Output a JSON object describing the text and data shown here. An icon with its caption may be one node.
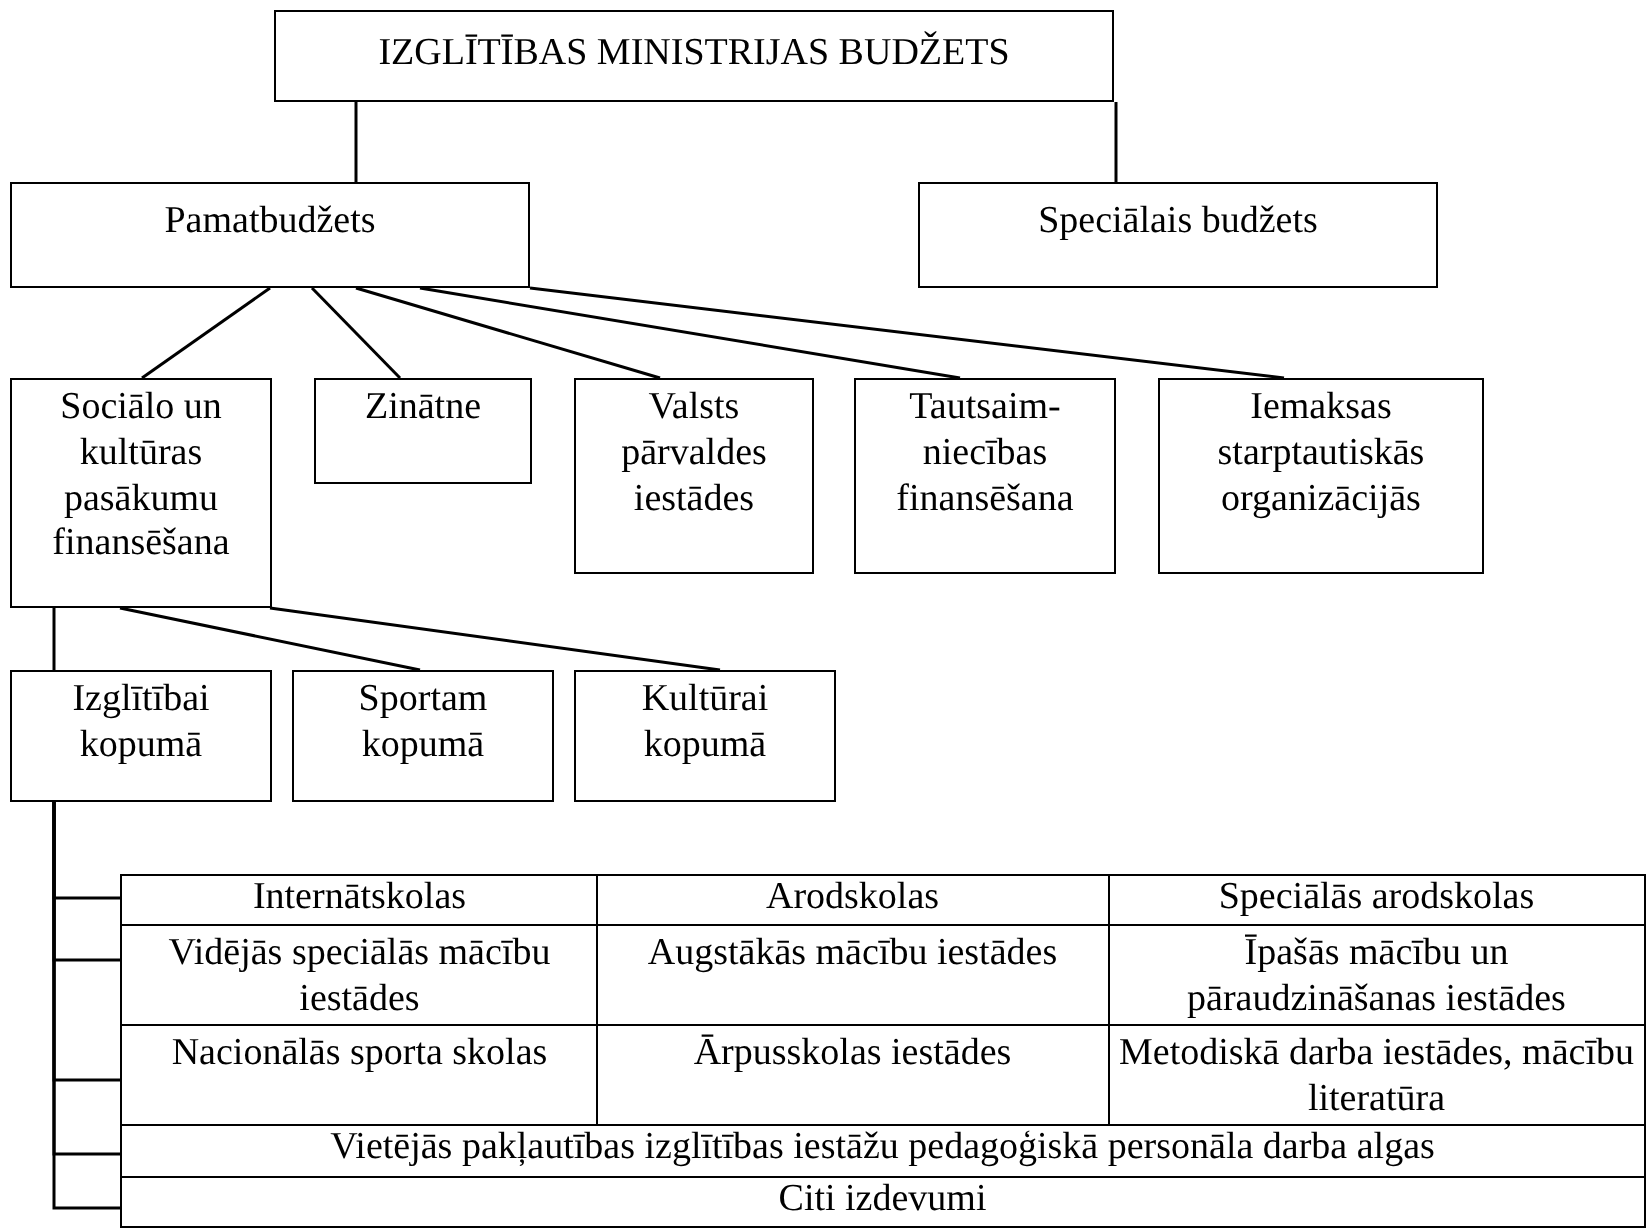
{
  "diagram": {
    "nodes": [
      {
        "text": [
          "IZGLĪTĪBAS MINISTRIJAS BUDŽETS"
        ]
      },
      {
        "text": [
          "Pamatbudžets"
        ]
      },
      {
        "text": [
          "Speciālais budžets"
        ]
      },
      {
        "text": [
          "Sociālo un kultūras pasākumu finansēšana"
        ]
      },
      {
        "text": [
          "Zinātne"
        ]
      },
      {
        "text": [
          "Valsts pārvaldes iestādes"
        ]
      },
      {
        "text": [
          "Tautsaim- niecības finansēšana"
        ]
      },
      {
        "text": [
          "Iemaksas starptautiskās organizācijās"
        ]
      },
      {
        "text": [
          "Izglītībai kopumā"
        ]
      },
      {
        "text": [
          "Sportam kopumā"
        ]
      },
      {
        "text": [
          "Kultūrai kopumā"
        ]
      },
      {
        "text": [
          "Internātskolas"
        ]
      },
      {
        "text": [
          "Arodskolas"
        ]
      },
      {
        "text": [
          "Speciālās arodskolas"
        ]
      },
      {
        "text": [
          "Vidējās speciālās mācību iestādes"
        ]
      },
      {
        "text": [
          "Augstākās mācību iestādes"
        ]
      },
      {
        "text": [
          "Īpašās mācību un pāraudzināšanas iestādes"
        ]
      },
      {
        "text": [
          "Nacionālās sporta skolas"
        ]
      },
      {
        "text": [
          "Ārpusskolas iestādes"
        ]
      },
      {
        "text": [
          "Metodiskā darba iestādes, mācību literatūra"
        ]
      },
      {
        "text": [
          "Vietējās pakļautības izglītības iestāžu pedagoģiskā personāla darba algas"
        ]
      },
      {
        "text": [
          "Citi izdevumi"
        ]
      }
    ],
    "edges": [
      {
        "from": 0,
        "to": 1,
        "arrow": "none"
      },
      {
        "from": 0,
        "to": 2,
        "arrow": "none"
      },
      {
        "from": 1,
        "to": 3,
        "arrow": "none"
      },
      {
        "from": 1,
        "to": 4,
        "arrow": "none"
      },
      {
        "from": 1,
        "to": 5,
        "arrow": "none"
      },
      {
        "from": 1,
        "to": 6,
        "arrow": "none"
      },
      {
        "from": 1,
        "to": 7,
        "arrow": "none"
      },
      {
        "from": 3,
        "to": 8,
        "arrow": "none"
      },
      {
        "from": 3,
        "to": 9,
        "arrow": "none"
      },
      {
        "from": 3,
        "to": 10,
        "arrow": "none"
      },
      {
        "from": 8,
        "to": 11,
        "arrow": "none"
      },
      {
        "from": 8,
        "to": 14,
        "arrow": "none"
      },
      {
        "from": 8,
        "to": 17,
        "arrow": "none"
      },
      {
        "from": 8,
        "to": 20,
        "arrow": "none"
      },
      {
        "from": 8,
        "to": 21,
        "arrow": "none"
      }
    ]
  }
}
